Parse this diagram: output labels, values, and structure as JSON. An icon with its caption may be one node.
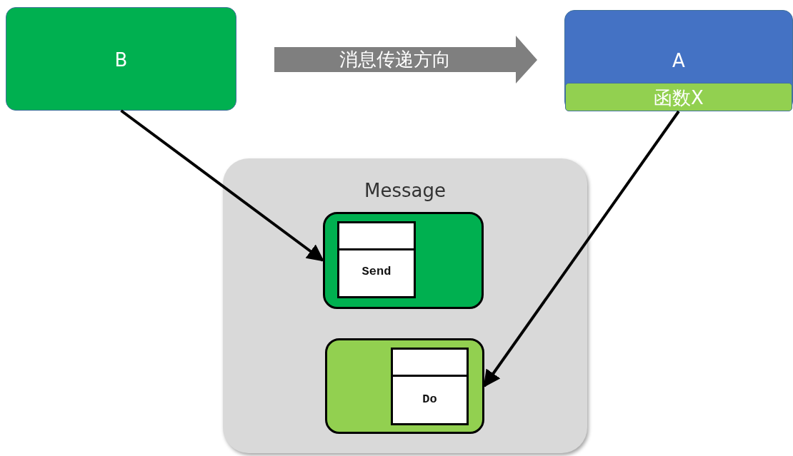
{
  "diagram": {
    "nodes": [
      {
        "text": [
          "B"
        ]
      },
      {
        "text": [
          "A"
        ]
      },
      {
        "text": [
          "函数X"
        ],
        "in": 1
      },
      {
        "text": [
          "Message"
        ]
      },
      {
        "text": [],
        "shape": "box",
        "in": 3
      },
      {
        "text": [
          "Send"
        ],
        "in": 4
      },
      {
        "text": [],
        "shape": "box",
        "in": 3
      },
      {
        "text": [
          "Do"
        ],
        "in": 6
      }
    ],
    "edges": [
      {
        "from": 0,
        "to": 4,
        "arrow": "to"
      },
      {
        "from": 2,
        "to": 6,
        "arrow": "to"
      }
    ],
    "labels": [
      "消息传递方向"
    ]
  }
}
